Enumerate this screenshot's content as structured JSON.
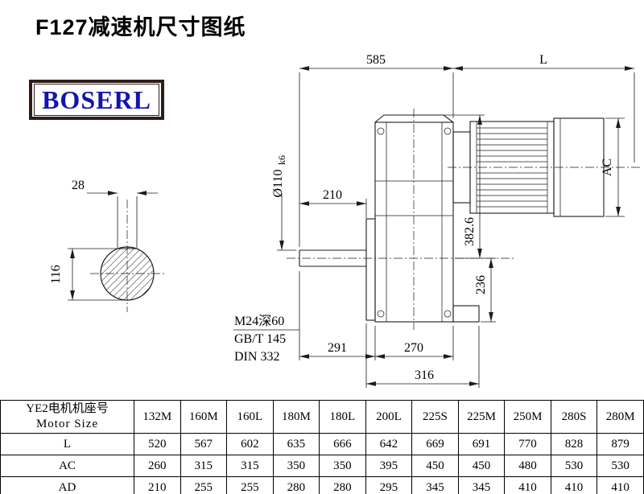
{
  "sheet": {
    "title": "F127减速机尺寸图纸",
    "brand": "BOSERL"
  },
  "shaft_end_view": {
    "key_width": "28",
    "shaft_height": "116"
  },
  "main_view": {
    "overall_width": "585",
    "motor_length": "L",
    "motor_diameter": "AC",
    "shaft_diameter": "Ø110",
    "shaft_tolerance": "k6",
    "shaft_length": "210",
    "height_above_axis": "382.6",
    "height_below_axis": "236",
    "tap_note": "M24深60",
    "std_note1": "GB/T 145",
    "std_note2": "DIN 332",
    "dim_291": "291",
    "dim_270": "270",
    "dim_316": "316"
  },
  "table": {
    "row_header_cn": "YE2电机机座号",
    "row_header_en": "Motor Size",
    "motor_sizes": [
      "132M",
      "160M",
      "160L",
      "180M",
      "180L",
      "200L",
      "225S",
      "225M",
      "250M",
      "280S",
      "280M"
    ],
    "rows": [
      {
        "label": "L",
        "values": [
          "520",
          "567",
          "602",
          "635",
          "666",
          "642",
          "669",
          "691",
          "770",
          "828",
          "879"
        ]
      },
      {
        "label": "AC",
        "values": [
          "260",
          "315",
          "315",
          "350",
          "350",
          "395",
          "450",
          "450",
          "480",
          "530",
          "530"
        ]
      },
      {
        "label": "AD",
        "values": [
          "210",
          "255",
          "255",
          "280",
          "280",
          "295",
          "345",
          "345",
          "410",
          "410",
          "410"
        ]
      }
    ]
  }
}
